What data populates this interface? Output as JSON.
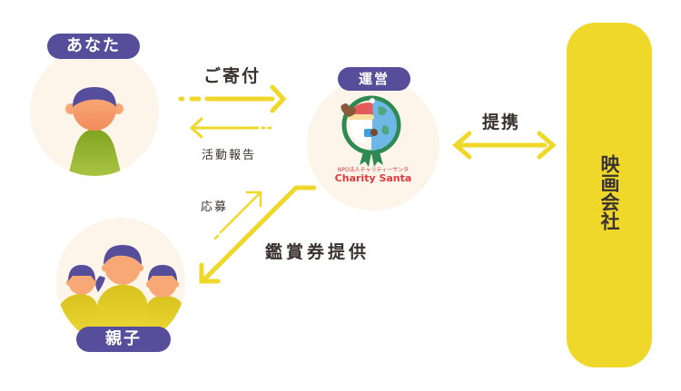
{
  "nodes": {
    "you": {
      "label": "あなた"
    },
    "operator": {
      "label": "運営",
      "logo_subtitle": "NPO法人チャリティーサンタ",
      "logo_name": "Charity Santa"
    },
    "family": {
      "label": "親子"
    },
    "company": {
      "label": "映画会社"
    }
  },
  "arrows": {
    "donation": "ご寄付",
    "report": "活動報告",
    "partnership": "提携",
    "apply": "応募",
    "tickets": "鑑賞券提供"
  },
  "colors": {
    "accent_yellow": "#efd829",
    "pill_purple": "#574e9b",
    "circle_bg": "#fdf5ea",
    "text_dark": "#3a3230",
    "logo_red": "#e0393e"
  }
}
